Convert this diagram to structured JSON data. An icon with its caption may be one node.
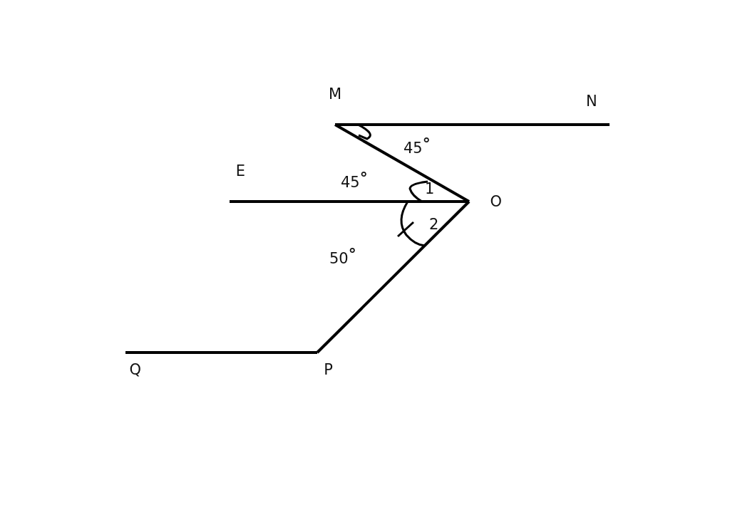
{
  "diagram": {
    "nodes": [
      {
        "text": [
          "M"
        ]
      },
      {
        "text": [
          "N"
        ]
      },
      {
        "text": [
          "E"
        ]
      },
      {
        "text": [
          "O"
        ]
      },
      {
        "text": [
          "P"
        ]
      },
      {
        "text": [
          "Q"
        ]
      }
    ],
    "edges": [
      {
        "from": 0,
        "to": 1,
        "arrow": "none"
      },
      {
        "from": 0,
        "to": 3,
        "arrow": "none"
      },
      {
        "from": 2,
        "to": 3,
        "arrow": "none"
      },
      {
        "from": 3,
        "to": 4,
        "arrow": "none"
      },
      {
        "from": 4,
        "to": 5,
        "arrow": "none"
      }
    ],
    "labels": [
      "45$^{°}$",
      "45$^{°}$",
      "1",
      "2",
      "50$^{°}$"
    ]
  }
}
